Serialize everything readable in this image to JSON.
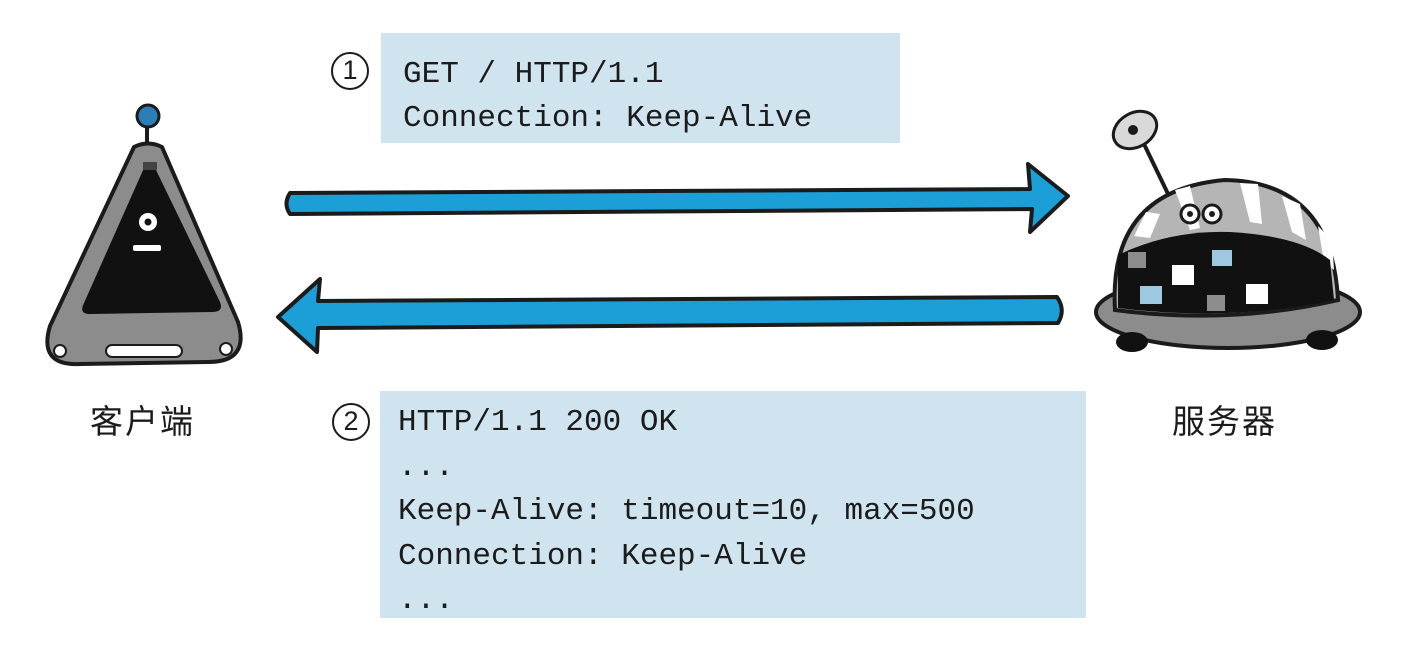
{
  "request": {
    "step": "1",
    "lines": [
      "GET / HTTP/1.1",
      "Connection: Keep-Alive"
    ]
  },
  "response": {
    "step": "2",
    "lines": [
      "HTTP/1.1 200 OK",
      "...",
      "Keep-Alive: timeout=10, max=500",
      "Connection: Keep-Alive",
      "..."
    ]
  },
  "client": {
    "label": "客户端"
  },
  "server": {
    "label": "服务器"
  },
  "colors": {
    "box_fill": "#cfe4ee",
    "arrow_fill": "#1c9fd6",
    "outline": "#1b1b1b",
    "robot_body": "#8c8c8c",
    "robot_screen": "#111111"
  },
  "icons": [
    "client-robot-icon",
    "server-robot-icon",
    "request-arrow-icon",
    "response-arrow-icon"
  ]
}
